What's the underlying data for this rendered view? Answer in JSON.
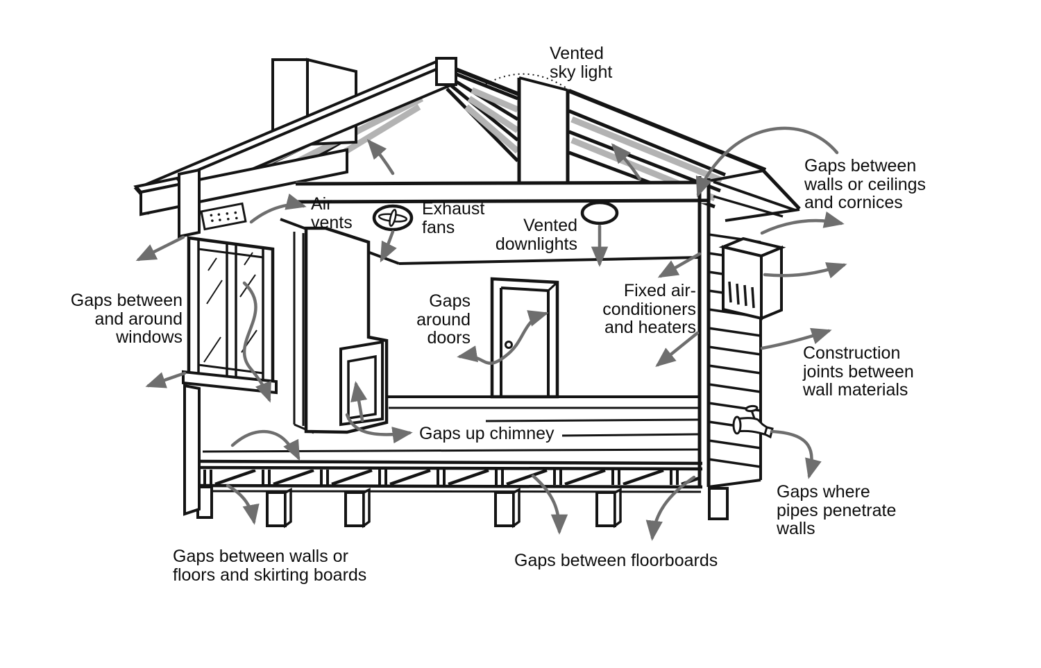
{
  "colors": {
    "background": "#ffffff",
    "line": "#141414",
    "arrow": "#6e6e6e",
    "hatch": "#b3b3b3"
  },
  "labels": [
    {
      "id": "vented-skylight",
      "text": "Vented\nsky light"
    },
    {
      "id": "gaps-walls-ceilings-cornices",
      "text": "Gaps between\nwalls or ceilings\nand cornices"
    },
    {
      "id": "air-vents",
      "text": "Air\nvents"
    },
    {
      "id": "exhaust-fans",
      "text": "Exhaust\nfans"
    },
    {
      "id": "vented-downlights",
      "text": "Vented\ndownlights"
    },
    {
      "id": "gaps-around-windows",
      "text": "Gaps between\nand around\nwindows"
    },
    {
      "id": "gaps-around-doors",
      "text": "Gaps\naround\ndoors"
    },
    {
      "id": "fixed-air-conditioners",
      "text": "Fixed air-\nconditioners\nand heaters"
    },
    {
      "id": "construction-joints",
      "text": "Construction\njoints between\nwall materials"
    },
    {
      "id": "gaps-up-chimney",
      "text": "Gaps up chimney"
    },
    {
      "id": "gaps-pipes-penetrate-walls",
      "text": "Gaps where\npipes penetrate\nwalls"
    },
    {
      "id": "gaps-skirting-boards",
      "text": "Gaps between walls or\nfloors and skirting boards"
    },
    {
      "id": "gaps-between-floorboards",
      "text": "Gaps between floorboards"
    }
  ]
}
